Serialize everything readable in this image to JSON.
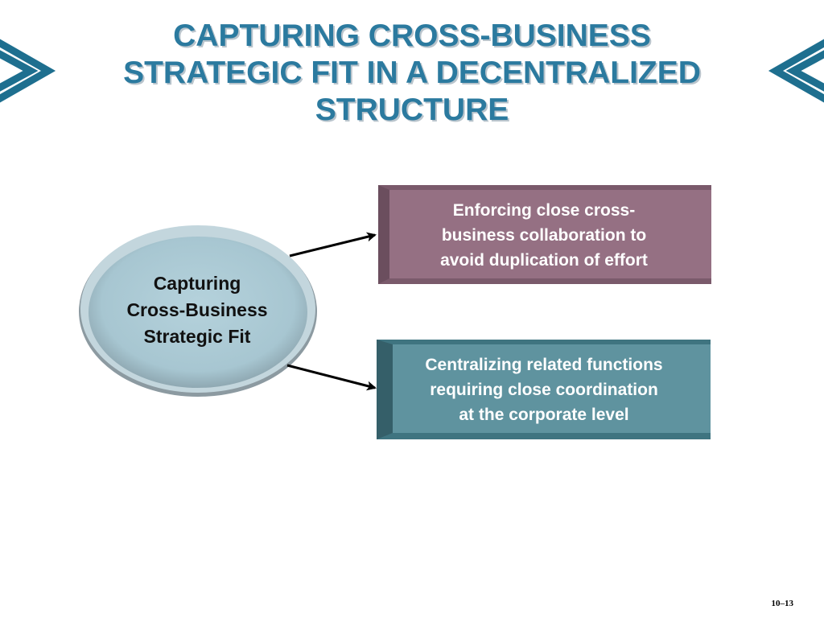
{
  "slide": {
    "title_lines": [
      "CAPTURING CROSS-BUSINESS",
      "STRATEGIC FIT IN A DECENTRALIZED",
      "STRUCTURE"
    ],
    "page_number": "10–13"
  },
  "diagram": {
    "center_node": {
      "lines": [
        "Capturing",
        "Cross-Business",
        "Strategic Fit"
      ]
    },
    "outcomes": [
      {
        "lines": [
          "Enforcing close cross-",
          "business collaboration to",
          "avoid duplication of effort"
        ],
        "color": "#8e6a7d"
      },
      {
        "lines": [
          "Centralizing related functions",
          "requiring close coordination",
          "at the corporate level"
        ],
        "color": "#5b8f9b"
      }
    ]
  },
  "colors": {
    "title": "#2b7a9f",
    "chevron": "#1e6f8f",
    "ellipse_fill": "#aac8d3",
    "ellipse_edge": "#7d8c93"
  },
  "icons": {
    "left_decoration": "double-chevron-right-icon",
    "right_decoration": "double-chevron-left-icon"
  }
}
